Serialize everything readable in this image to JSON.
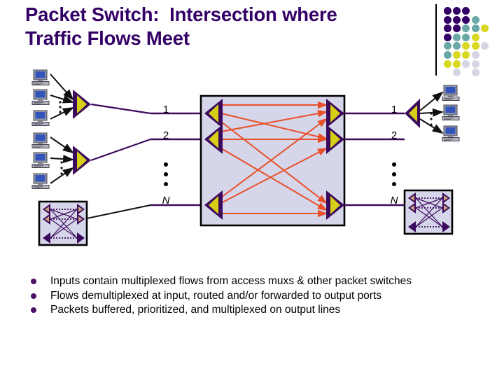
{
  "slide": {
    "title": "Packet Switch:  Intersection where\nTraffic Flows Meet",
    "title_color": "#330066",
    "background": "#ffffff"
  },
  "colors": {
    "title_purple": "#330066",
    "dark_purple": "#3b0a5c",
    "bullet_purple": "#4c1066",
    "triangle_fill": "#d6cf16",
    "switch_fabric_fill": "#d6d6ea",
    "switch_fabric_border": "#000000",
    "crossbar_red": "#e8502a",
    "line_purple": "#3b0a5c",
    "monitor_screen_blue": "#3355bb",
    "monitor_body_gray": "#a0a0a8",
    "motif_dark": "#330066",
    "motif_teal": "#6aa8a8",
    "motif_yellow": "#d8d820",
    "motif_light": "#d5d5e4"
  },
  "dot_motif": {
    "name": "decorative-dot-grid",
    "rows": [
      [
        "dark",
        "dark",
        "dark",
        "none",
        "none"
      ],
      [
        "dark",
        "dark",
        "dark",
        "teal",
        "none"
      ],
      [
        "dark",
        "dark",
        "teal",
        "teal",
        "yellow"
      ],
      [
        "dark",
        "teal",
        "teal",
        "yellow",
        "none"
      ],
      [
        "teal",
        "teal",
        "yellow",
        "yellow",
        "light"
      ],
      [
        "teal",
        "yellow",
        "yellow",
        "light",
        "none"
      ],
      [
        "yellow",
        "yellow",
        "light",
        "light",
        "none"
      ],
      [
        "none",
        "light",
        "none",
        "light",
        "none"
      ]
    ]
  },
  "switch_fabric": {
    "name": "packet-switch-fabric",
    "input_labels": [
      "1",
      "2",
      "N"
    ],
    "output_labels": [
      "1",
      "2",
      "N"
    ],
    "ellipsis": "•••",
    "port_count_symbol": "N",
    "input_port_count": 3,
    "output_port_count": 3,
    "crossbar_connections": [
      {
        "from": 1,
        "to": 1
      },
      {
        "from": 1,
        "to": 2
      },
      {
        "from": 1,
        "to": 3
      },
      {
        "from": 2,
        "to": 1
      },
      {
        "from": 2,
        "to": 2
      },
      {
        "from": 2,
        "to": 3
      },
      {
        "from": 3,
        "to": 1
      },
      {
        "from": 3,
        "to": 2
      },
      {
        "from": 3,
        "to": 3
      }
    ]
  },
  "access_muxes": {
    "name": "input-access-multiplexers",
    "count": 2,
    "hosts_per_mux": 3
  },
  "demux": {
    "name": "output-demultiplexer",
    "hosts": 3
  },
  "peer_switches": {
    "input_switch_label": "peer-packet-switch-input",
    "output_switch_label": "peer-packet-switch-output"
  },
  "bullets": [
    "Inputs contain multiplexed flows from access muxs & other packet switches",
    "Flows demultiplexed at input, routed and/or forwarded to output ports",
    "Packets buffered, prioritized, and multiplexed on output lines"
  ]
}
